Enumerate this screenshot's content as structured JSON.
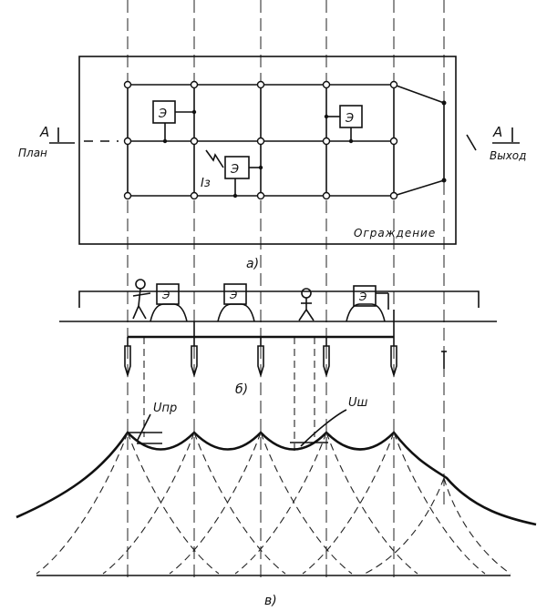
{
  "labels": {
    "section_a_left": "А",
    "section_a_right": "А",
    "plan": "План",
    "exit": "Выход",
    "fence": "Ограждение",
    "equipment": "Э",
    "fault_current": "Iз",
    "panel_a": "а)",
    "panel_b": "б)",
    "panel_c": "в)",
    "touch_voltage": "Uпр",
    "step_voltage": "Uш"
  }
}
